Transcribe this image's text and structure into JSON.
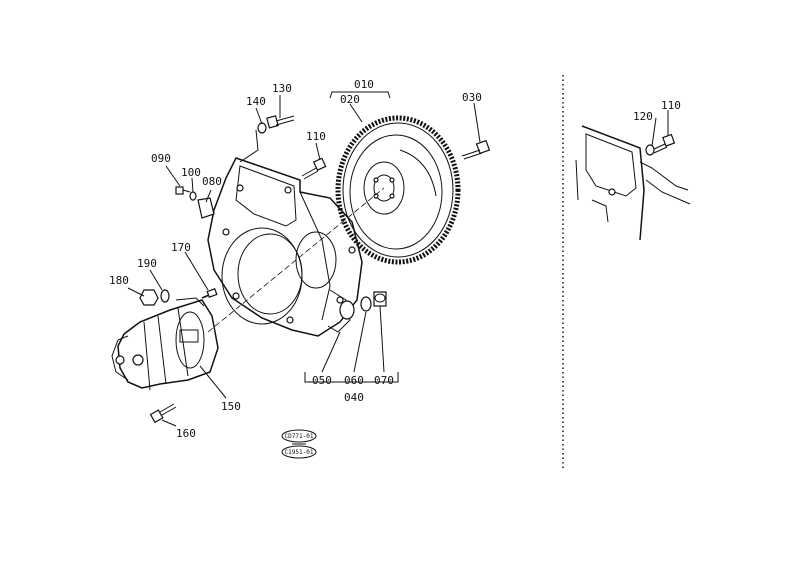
{
  "labels": {
    "p010": "010",
    "p020": "020",
    "p030": "030",
    "p040": "040",
    "p050": "050",
    "p060": "060",
    "p070": "070",
    "p080": "080",
    "p090": "090",
    "p100": "100",
    "p110_main": "110",
    "p110_detail": "110",
    "p120": "120",
    "p130": "130",
    "p140": "140",
    "p150": "150",
    "p160": "160",
    "p170": "170",
    "p180": "180",
    "p190": "190"
  },
  "codes": {
    "code1": "CD771-01",
    "code2": "C1951-01"
  }
}
